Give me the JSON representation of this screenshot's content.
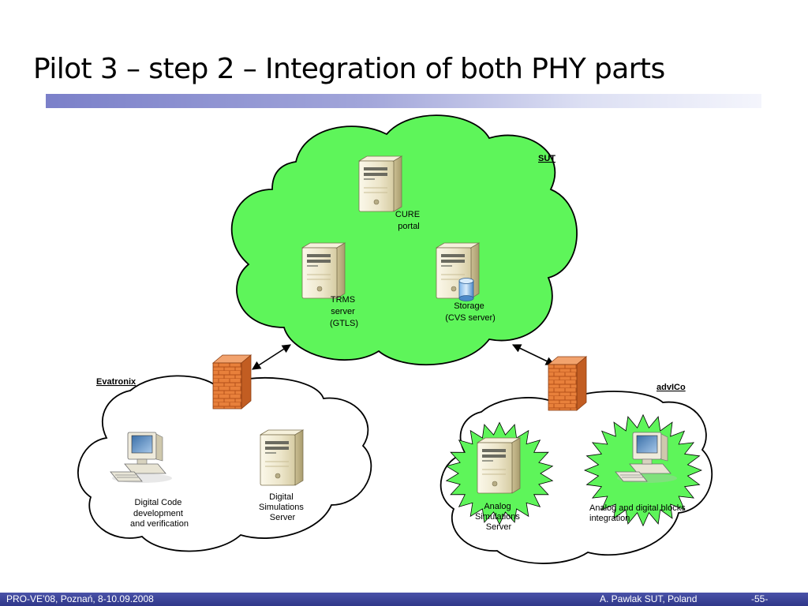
{
  "slide": {
    "title": "Pilot 3 – step 2 – Integration of both PHY parts"
  },
  "diagram": {
    "sut": {
      "label": "SUT",
      "nodes": {
        "cure": [
          "CURE",
          "portal"
        ],
        "trms": [
          "TRMS",
          "server",
          "(GTLS)"
        ],
        "storage": [
          "Storage",
          "(CVS server)"
        ]
      }
    },
    "evatronix": {
      "label": "Evatronix",
      "nodes": {
        "workstation": [
          "Digital Code",
          "development",
          "and verification"
        ],
        "server": [
          "Digital",
          "Simulations",
          "Server"
        ]
      }
    },
    "advico": {
      "label": "advICo",
      "nodes": {
        "server": [
          "Analog",
          "Simulations",
          "Server"
        ],
        "workstation": [
          "Analog and digital blocks",
          "integration"
        ]
      }
    },
    "colors": {
      "sut_cloud": "#5ef55a",
      "starburst": "#5ef55a",
      "cloud_outline": "#000000",
      "firewall": "#e8803b"
    },
    "icons": [
      "server-tower-icon",
      "database-icon",
      "firewall-icon",
      "workstation-icon"
    ]
  },
  "footer": {
    "left": "PRO-VE’08, Poznań, 8-10.09.2008",
    "center": "A. Pawlak  SUT, Poland",
    "right": "-55-"
  }
}
